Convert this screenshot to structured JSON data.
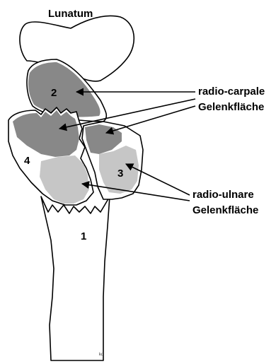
{
  "labels": {
    "title": "Lunatum",
    "bone_1": "1",
    "bone_2": "2",
    "bone_3": "3",
    "bone_4": "4"
  },
  "annotations": {
    "radiocarpal_line1": "radio-carpale",
    "radiocarpal_line2": "Gelenkfläche",
    "radioulnar_line1": "radio-ulnare",
    "radioulnar_line2": "Gelenkfläche"
  },
  "signature": "kd",
  "colors": {
    "dark_surface": "#888888",
    "light_surface": "#c6c6c6",
    "outline": "#000000"
  }
}
